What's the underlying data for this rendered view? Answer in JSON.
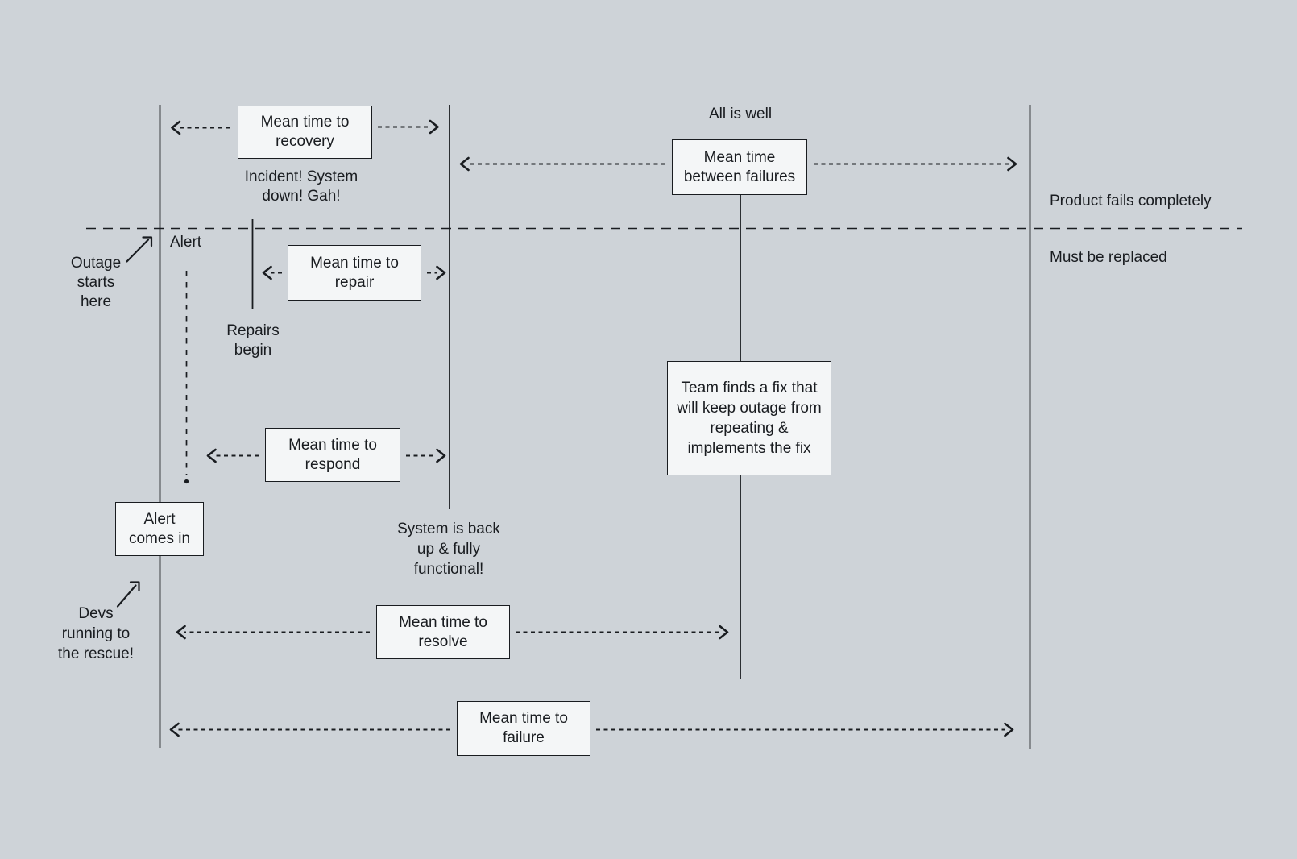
{
  "diagram": {
    "title_hint": "Incident metrics timeline diagram",
    "background": "#ced3d8",
    "ink": "#191c20",
    "box_fill": "#f4f6f7"
  },
  "boxes": [
    {
      "name": "mean-time-to-recovery",
      "lines": [
        "Mean time to",
        "recovery"
      ]
    },
    {
      "name": "mean-time-between-failures",
      "lines": [
        "Mean time",
        "between failures"
      ]
    },
    {
      "name": "mean-time-to-repair",
      "lines": [
        "Mean time to",
        "repair"
      ]
    },
    {
      "name": "mean-time-to-respond",
      "lines": [
        "Mean time to",
        "respond"
      ]
    },
    {
      "name": "alert-comes-in",
      "lines": [
        "Alert",
        "comes in"
      ]
    },
    {
      "name": "team-finds-a-fix",
      "lines": [
        "Team finds a fix that",
        "will keep outage from",
        "repeating &",
        "implements the fix"
      ]
    },
    {
      "name": "mean-time-to-resolve",
      "lines": [
        "Mean time to",
        "resolve"
      ]
    },
    {
      "name": "mean-time-to-failure",
      "lines": [
        "Mean time to",
        "failure"
      ]
    }
  ],
  "labels": [
    {
      "name": "all-is-well",
      "lines": [
        "All is well"
      ]
    },
    {
      "name": "incident-system-down",
      "lines": [
        "Incident! System",
        "down! Gah!"
      ]
    },
    {
      "name": "product-fails-completely",
      "lines": [
        "Product fails completely"
      ]
    },
    {
      "name": "must-be-replaced",
      "lines": [
        "Must be replaced"
      ]
    },
    {
      "name": "alert",
      "lines": [
        "Alert"
      ]
    },
    {
      "name": "outage-starts-here",
      "lines": [
        "Outage",
        "starts",
        "here"
      ]
    },
    {
      "name": "repairs-begin",
      "lines": [
        "Repairs",
        "begin"
      ]
    },
    {
      "name": "system-back-up",
      "lines": [
        "System is back",
        "up & fully",
        "functional!"
      ]
    },
    {
      "name": "devs-running-to-rescue",
      "lines": [
        "Devs",
        "running to",
        "the rescue!"
      ]
    }
  ]
}
